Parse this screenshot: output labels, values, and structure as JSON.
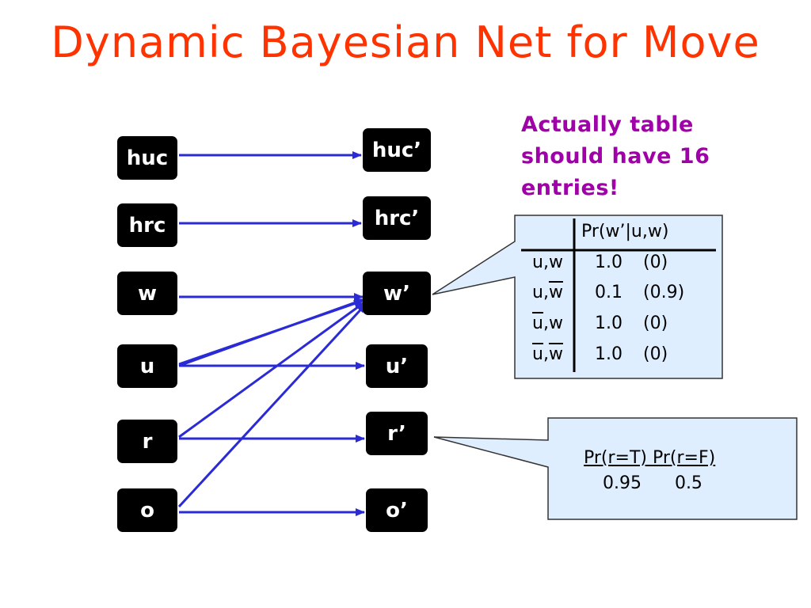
{
  "title": "Dynamic Bayesian Net for Move",
  "nodes_left": [
    "huc",
    "hrc",
    "w",
    "u",
    "r",
    "o"
  ],
  "nodes_right": [
    "huc’",
    "hrc’",
    "w’",
    "u’",
    "r’",
    "o’"
  ],
  "note": [
    "Actually table",
    "should have 16",
    "entries!"
  ],
  "w_table": {
    "header": "Pr(w’|u,w)",
    "rows": [
      {
        "cond_a": "u",
        "comma": ",",
        "cond_b": "w",
        "a_bar": false,
        "b_bar": false,
        "value": "1.0",
        "complement": "(0)"
      },
      {
        "cond_a": "u",
        "comma": ",",
        "cond_b": "w",
        "a_bar": false,
        "b_bar": true,
        "value": "0.1",
        "complement": "(0.9)"
      },
      {
        "cond_a": "u",
        "comma": ",",
        "cond_b": "w",
        "a_bar": true,
        "b_bar": false,
        "value": "1.0",
        "complement": "(0)"
      },
      {
        "cond_a": "u",
        "comma": ",",
        "cond_b": "w",
        "a_bar": true,
        "b_bar": true,
        "value": "1.0",
        "complement": "(0)"
      }
    ]
  },
  "r_table": {
    "header": "Pr(r=T) Pr(r=F)",
    "values": "0.95      0.5"
  },
  "colors": {
    "title": "#ff3300",
    "note": "#a000a8",
    "edge": "#2b2bd6",
    "node": "#000000",
    "callout_fill": "#dfeeff"
  }
}
